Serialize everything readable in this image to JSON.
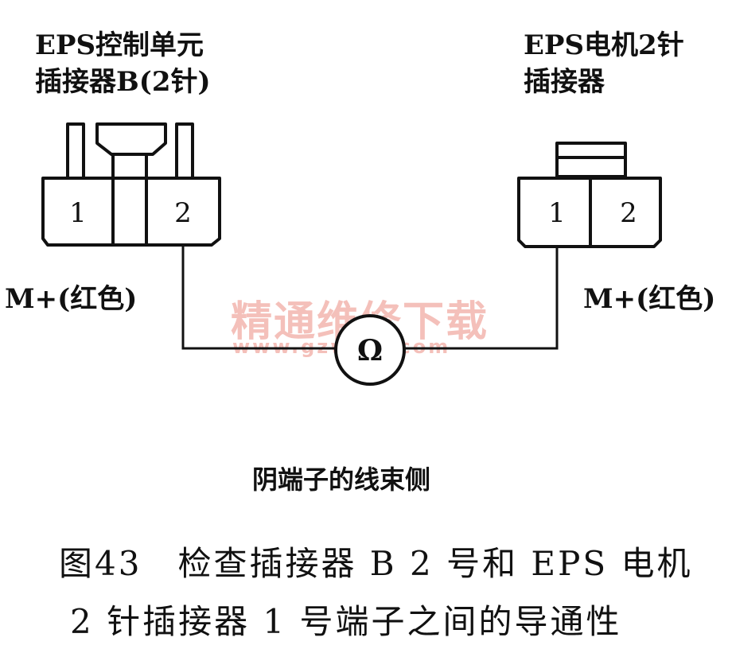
{
  "left_connector": {
    "title_line1": "EPS控制单元",
    "title_line2": "插接器B(2针)",
    "pin1": "1",
    "pin2": "2",
    "wire_label": "M+(红色)"
  },
  "right_connector": {
    "title_line1": "EPS电机2针",
    "title_line2": "插接器",
    "pin1": "1",
    "pin2": "2",
    "wire_label": "M+(红色)"
  },
  "ohmmeter": {
    "symbol": "Ω"
  },
  "watermark": {
    "main": "精通维修下载",
    "sub": "www.gzweix.com"
  },
  "subcaption": "阴端子的线束侧",
  "figure": {
    "caption_line1": "图43　检查插接器 B 2 号和 EPS 电机",
    "caption_line2": "2 针插接器 1 号端子之间的导通性"
  }
}
